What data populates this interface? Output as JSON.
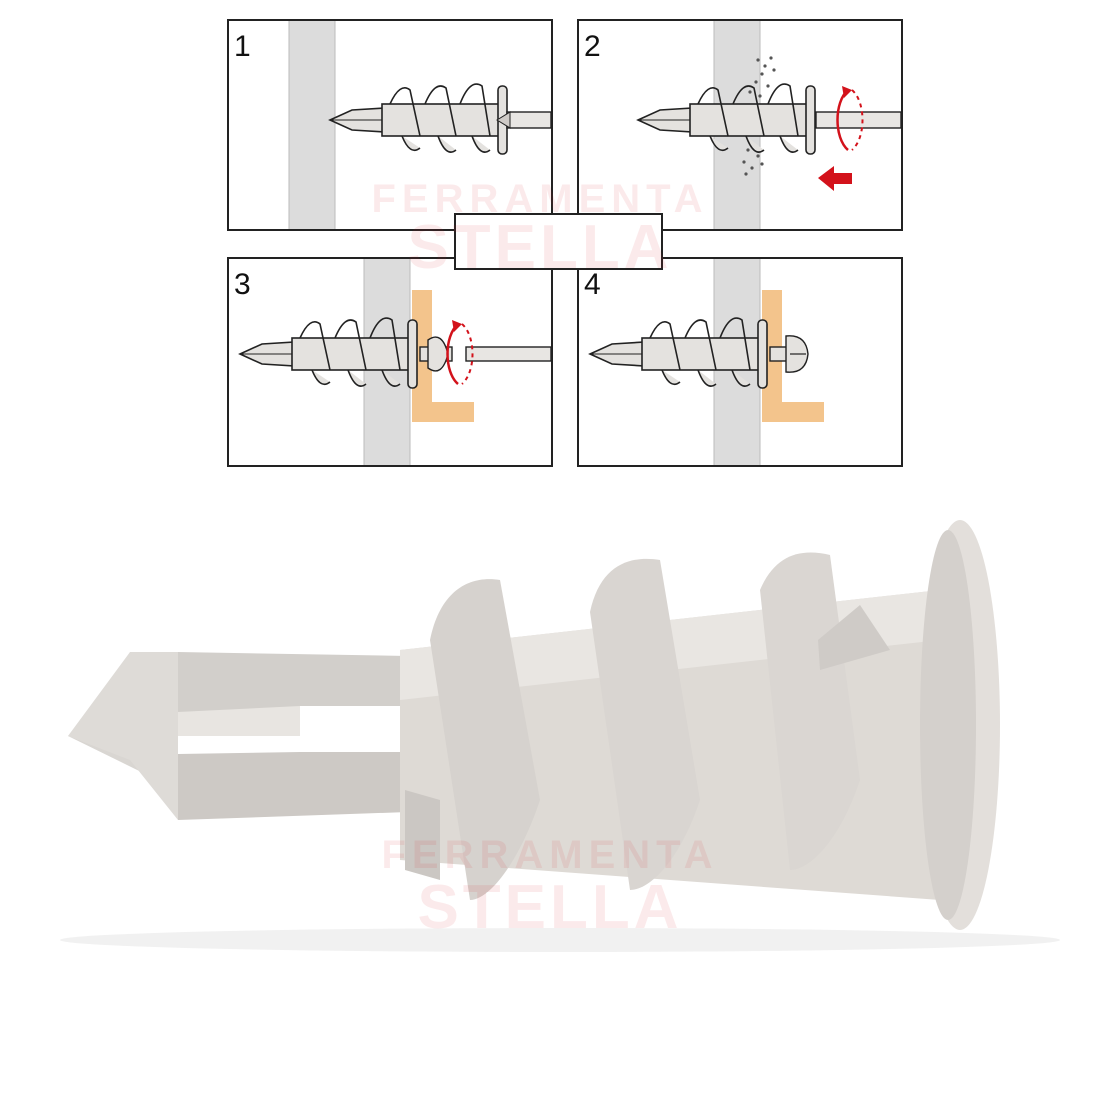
{
  "steps": [
    {
      "label": "1"
    },
    {
      "label": "2"
    },
    {
      "label": "3"
    },
    {
      "label": "4"
    }
  ],
  "watermark": {
    "line1": "FERRAMENTA",
    "line2": "STELLA"
  },
  "colors": {
    "wall": "#dcdcdc",
    "anchor": "#e4e2df",
    "anchor_shade": "#c9c6c2",
    "outline": "#222222",
    "arrow": "#d3121b",
    "bracket": "#f3c48c",
    "watermark": "#d9262d"
  }
}
